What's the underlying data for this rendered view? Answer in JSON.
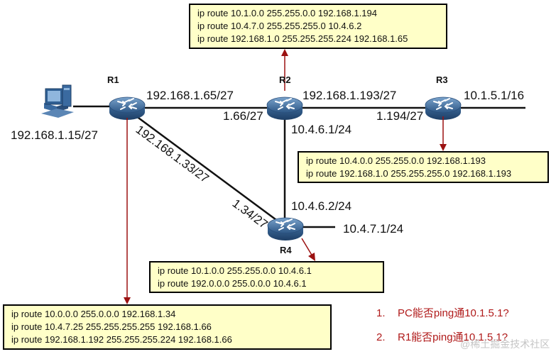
{
  "routers": {
    "r1": {
      "name": "R1"
    },
    "r2": {
      "name": "R2"
    },
    "r3": {
      "name": "R3"
    },
    "r4": {
      "name": "R4"
    }
  },
  "pc": {
    "ip": "192.168.1.15/27"
  },
  "links": {
    "r1_r2_left": "192.168.1.65/27",
    "r1_r2_right": "1.66/27",
    "r2_r3_left": "192.168.1.193/27",
    "r2_r3_right": "1.194/27",
    "r3_ext": "10.1.5.1/16",
    "r2_r4_top": "10.4.6.1/24",
    "r2_r4_bottom": "10.4.6.2/24",
    "r1_r4_top": "192.168.1.33/27",
    "r1_r4_bottom": "1.34/27",
    "r4_ext": "10.4.7.1/24"
  },
  "route_tables": {
    "r2": [
      "ip route 10.1.0.0 255.255.0.0 192.168.1.194",
      "ip route 10.4.7.0 255.255.255.0  10.4.6.2",
      "ip route 192.168.1.0 255.255.255.224 192.168.1.65"
    ],
    "r3": [
      "ip route 10.4.0.0 255.255.0.0 192.168.1.193",
      "ip route 192.168.1.0 255.255.255.0 192.168.1.193"
    ],
    "r4": [
      "ip route 10.1.0.0 255.255.0.0 10.4.6.1",
      "ip route 192.0.0.0 255.0.0.0 10.4.6.1"
    ],
    "r1": [
      "ip route 10.0.0.0 255.0.0.0 192.168.1.34",
      "ip route 10.4.7.25 255.255.255.255  192.168.1.66",
      "ip route 192.168.1.192 255.255.255.224 192.168.1.66"
    ]
  },
  "questions": [
    {
      "num": "1.",
      "text": "PC能否ping通10.1.5.1?"
    },
    {
      "num": "2.",
      "text": "R1能否ping通10.1.5.1?"
    }
  ],
  "watermark": "@稀土掘金技术社区",
  "colors": {
    "router": "#3a6aa0",
    "arrow": "#9b1111",
    "box_fill": "#ffffc8",
    "question": "#b01a1a"
  }
}
